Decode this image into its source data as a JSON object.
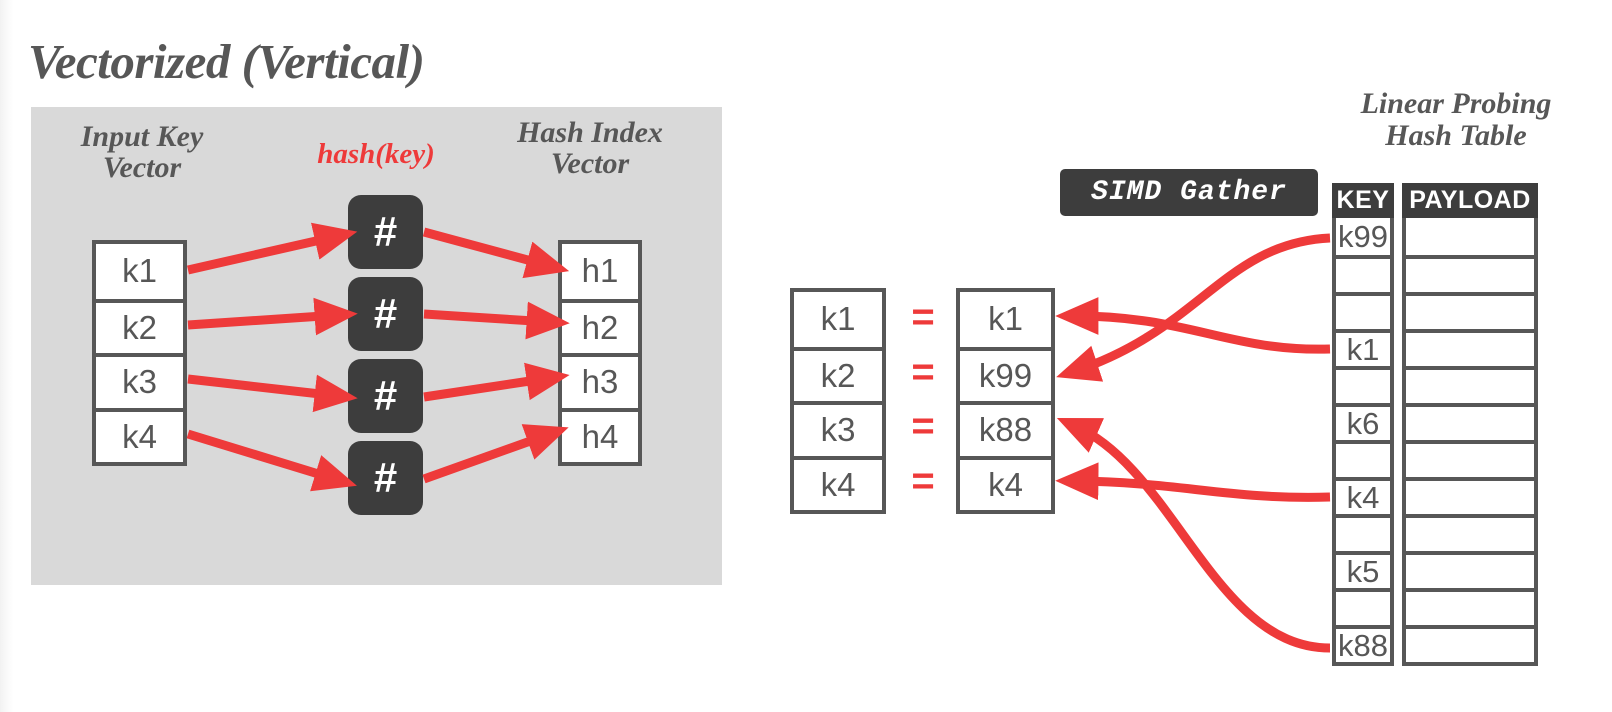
{
  "slide": {
    "title": "Vectorized (Vertical)"
  },
  "left_panel": {
    "input_label": "Input Key\nVector",
    "input_label_line1": "Input Key",
    "input_label_line2": "Vector",
    "hash_fn_label": "hash(key)",
    "hash_index_label_line1": "Hash Index",
    "hash_index_label_line2": "Vector",
    "hash_glyph": "#",
    "input_keys": [
      "k1",
      "k2",
      "k3",
      "k4"
    ],
    "hash_indexes": [
      "h1",
      "h2",
      "h3",
      "h4"
    ],
    "hash_boxes": [
      "#",
      "#",
      "#",
      "#"
    ],
    "panel_color": "#d9d9d9"
  },
  "compare": {
    "probe_keys": [
      "k1",
      "k2",
      "k3",
      "k4"
    ],
    "gathered_keys": [
      "k1",
      "k99",
      "k88",
      "k4"
    ],
    "operator": "=",
    "operators": [
      "=",
      "=",
      "=",
      "="
    ]
  },
  "gather": {
    "label": "SIMD Gather"
  },
  "hash_table": {
    "title_line1": "Linear Probing",
    "title_line2": "Hash Table",
    "columns": [
      "KEY",
      "PAYLOAD"
    ],
    "key_column_header": "KEY",
    "payload_column_header": "PAYLOAD",
    "rows": [
      {
        "key": "k99",
        "payload": ""
      },
      {
        "key": "",
        "payload": ""
      },
      {
        "key": "",
        "payload": ""
      },
      {
        "key": "k1",
        "payload": ""
      },
      {
        "key": "",
        "payload": ""
      },
      {
        "key": "k6",
        "payload": ""
      },
      {
        "key": "",
        "payload": ""
      },
      {
        "key": "k4",
        "payload": ""
      },
      {
        "key": "",
        "payload": ""
      },
      {
        "key": "k5",
        "payload": ""
      },
      {
        "key": "",
        "payload": ""
      },
      {
        "key": "k88",
        "payload": ""
      }
    ]
  },
  "colors": {
    "accent_red": "#ee3a3a",
    "dark_gray": "#3d3d3d",
    "outline_gray": "#575757",
    "panel_gray": "#d9d9d9",
    "white": "#ffffff"
  }
}
